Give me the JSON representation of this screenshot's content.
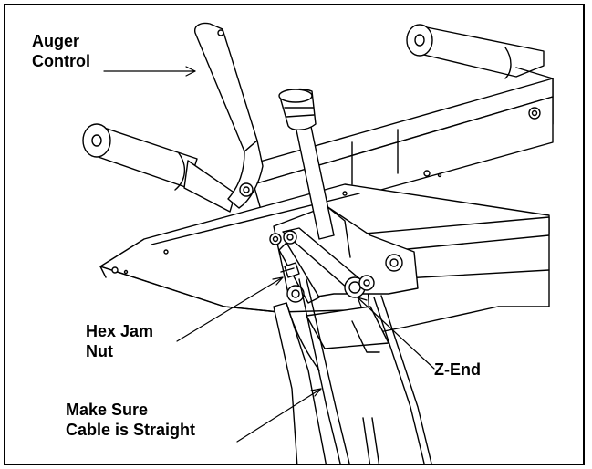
{
  "callouts": {
    "auger_control": {
      "line1": "Auger",
      "line2": "Control"
    },
    "hex_jam_nut": {
      "line1": "Hex Jam",
      "line2": "Nut"
    },
    "z_end": {
      "line1": "Z-End"
    },
    "make_sure": {
      "line1": "Make Sure",
      "line2": "Cable is Straight"
    }
  },
  "colors": {
    "ink": "#000000",
    "paper": "#ffffff",
    "frame": "#000000"
  }
}
